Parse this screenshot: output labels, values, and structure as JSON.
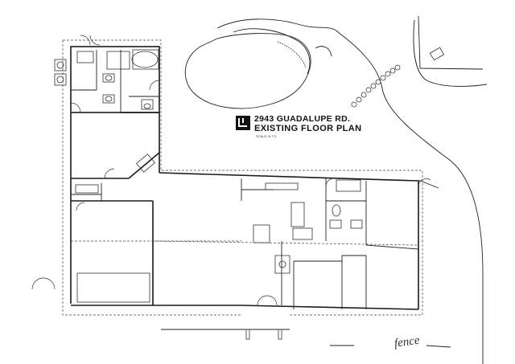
{
  "title_block": {
    "address": "2943 GUADALUPE RD.",
    "title": "EXISTING FLOOR PLAN",
    "scale_note": "SCALE: N.T.S."
  },
  "annotations": {
    "handwritten_note": "fence"
  },
  "icons": {
    "logo": "architect-logo-icon",
    "ac_units": "ac-condenser-icon"
  }
}
